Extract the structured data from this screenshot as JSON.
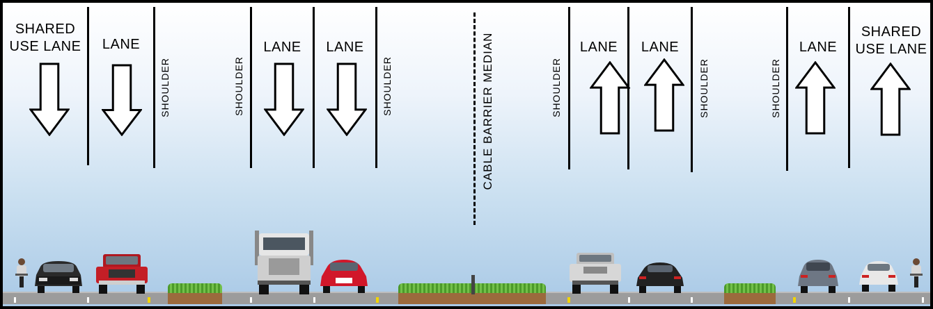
{
  "labels": {
    "shared_left": "SHARED\nUSE LANE",
    "lane_1": "LANE",
    "shoulder_1": "SHOULDER",
    "shoulder_2": "SHOULDER",
    "lane_2": "LANE",
    "lane_3": "LANE",
    "shoulder_3": "SHOULDER",
    "median": "CABLE BARRIER MEDIAN",
    "shoulder_4": "SHOULDER",
    "lane_4": "LANE",
    "lane_5": "LANE",
    "shoulder_5": "SHOULDER",
    "shoulder_6": "SHOULDER",
    "lane_6": "LANE",
    "shared_right": "SHARED\nUSE LANE"
  },
  "arrows": [
    {
      "name": "arrow-shared-left",
      "direction": "down"
    },
    {
      "name": "arrow-lane-1",
      "direction": "down"
    },
    {
      "name": "arrow-lane-2",
      "direction": "down"
    },
    {
      "name": "arrow-lane-3",
      "direction": "down"
    },
    {
      "name": "arrow-lane-4",
      "direction": "up"
    },
    {
      "name": "arrow-lane-5",
      "direction": "up"
    },
    {
      "name": "arrow-lane-6",
      "direction": "up"
    },
    {
      "name": "arrow-shared-right",
      "direction": "up"
    }
  ],
  "colors": {
    "planter": "#9b6a3d",
    "grass": "#5aa83a",
    "road": "#9c9c9c",
    "centerline": "#f2d500"
  },
  "vehicles": [
    {
      "name": "bicyclist-left-icon",
      "kind": "bicycle"
    },
    {
      "name": "black-car-icon",
      "kind": "car"
    },
    {
      "name": "red-pickup-icon",
      "kind": "pickup"
    },
    {
      "name": "semi-truck-icon",
      "kind": "truck"
    },
    {
      "name": "red-car-icon",
      "kind": "car"
    },
    {
      "name": "silver-pickup-icon",
      "kind": "pickup"
    },
    {
      "name": "black-sports-car-icon",
      "kind": "car"
    },
    {
      "name": "gray-car-icon",
      "kind": "car"
    },
    {
      "name": "white-car-icon",
      "kind": "car"
    },
    {
      "name": "bicyclist-right-icon",
      "kind": "bicycle"
    }
  ]
}
